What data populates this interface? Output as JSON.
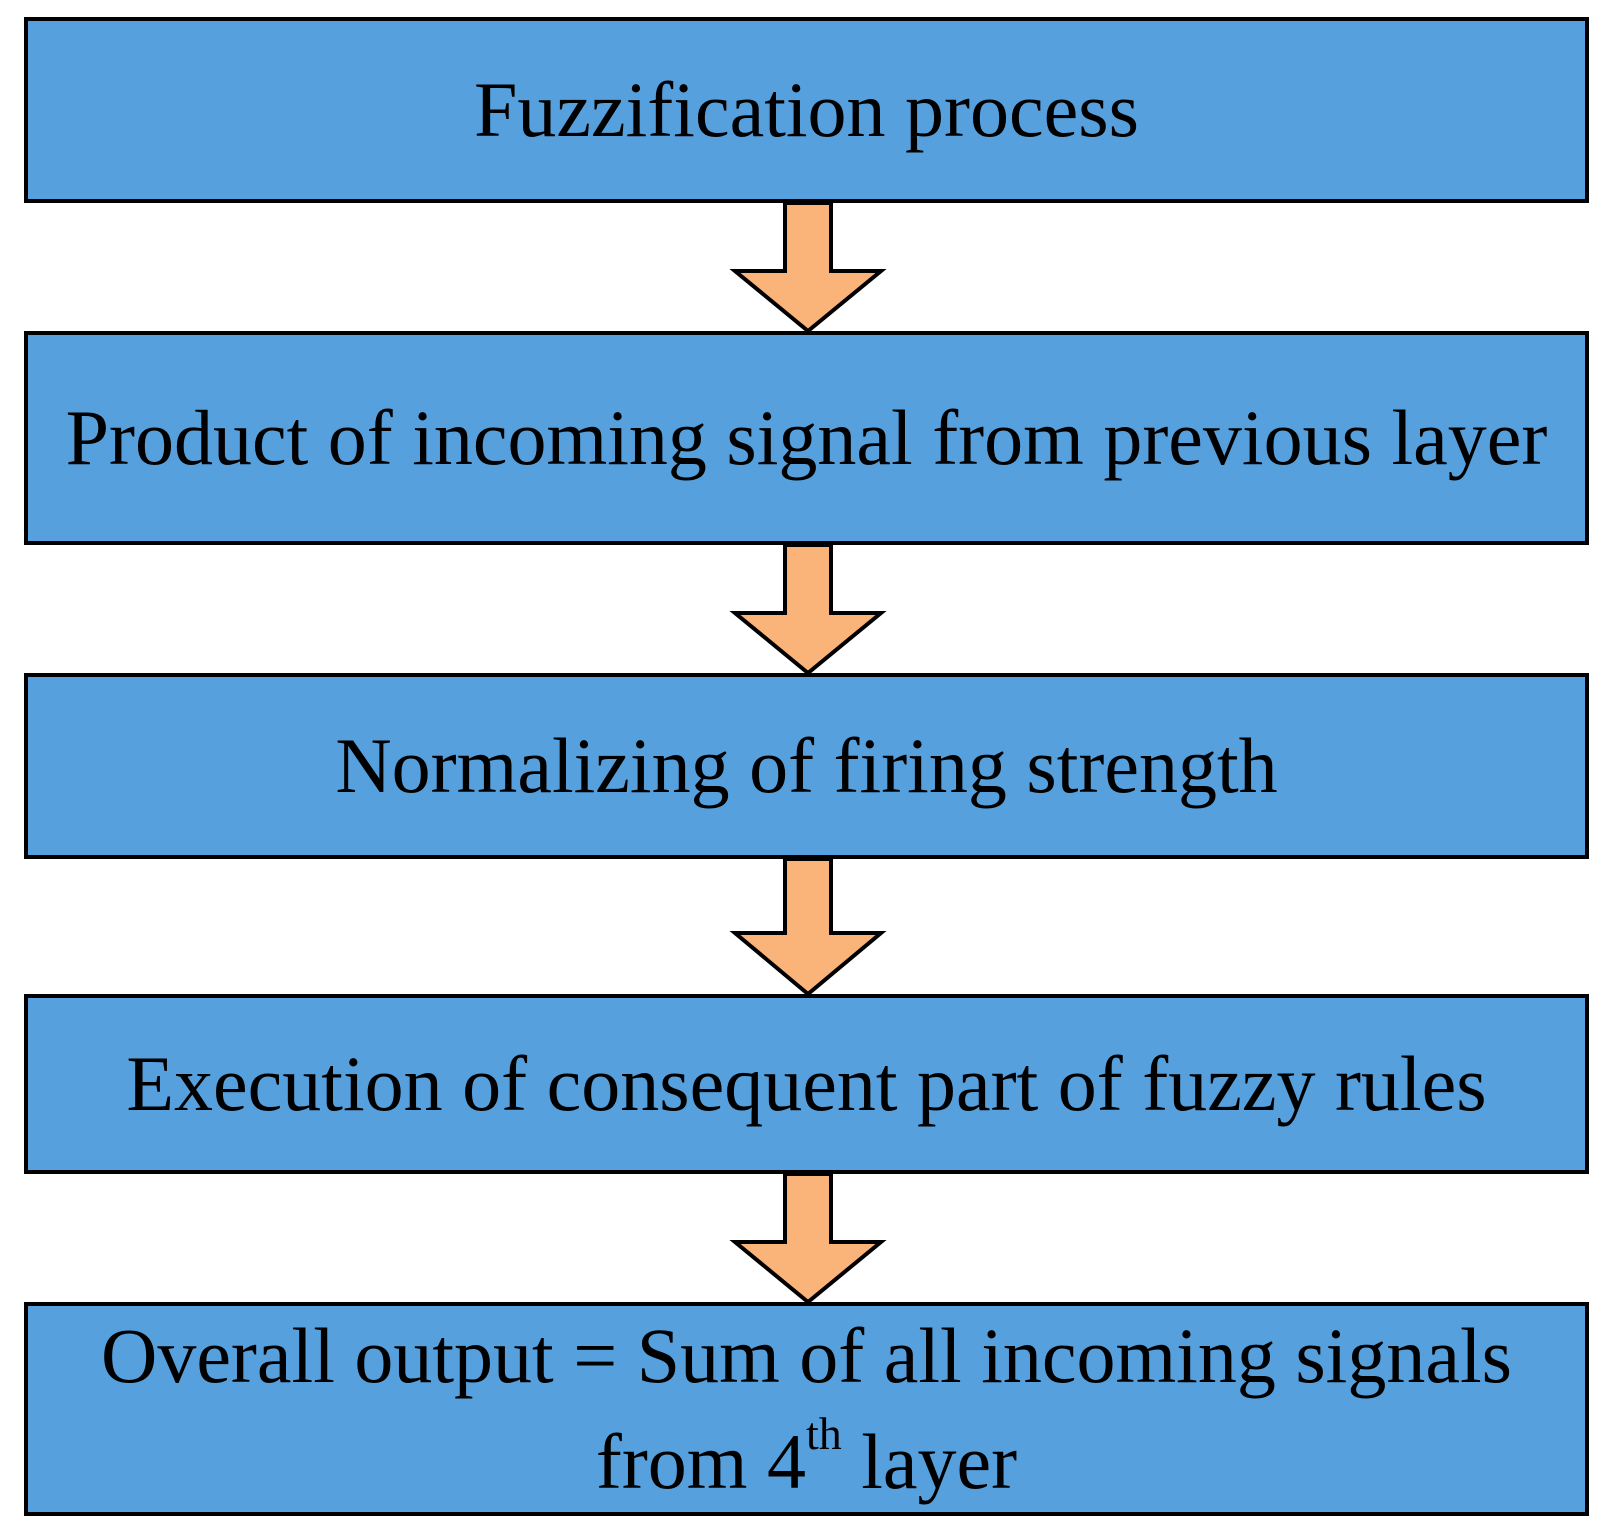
{
  "flow": {
    "step1": "Fuzzification process",
    "step2": "Product of incoming signal from previous layer",
    "step3": "Normalizing of firing strength",
    "step4": "Execution of consequent part of fuzzy rules",
    "step5_before_sup": "Overall output = Sum of all incoming signals from 4",
    "step5_sup": "th",
    "step5_after_sup": " layer"
  },
  "colors": {
    "box_fill": "#56a0dd",
    "arrow_fill": "#fab47a",
    "outline": "#000000"
  }
}
